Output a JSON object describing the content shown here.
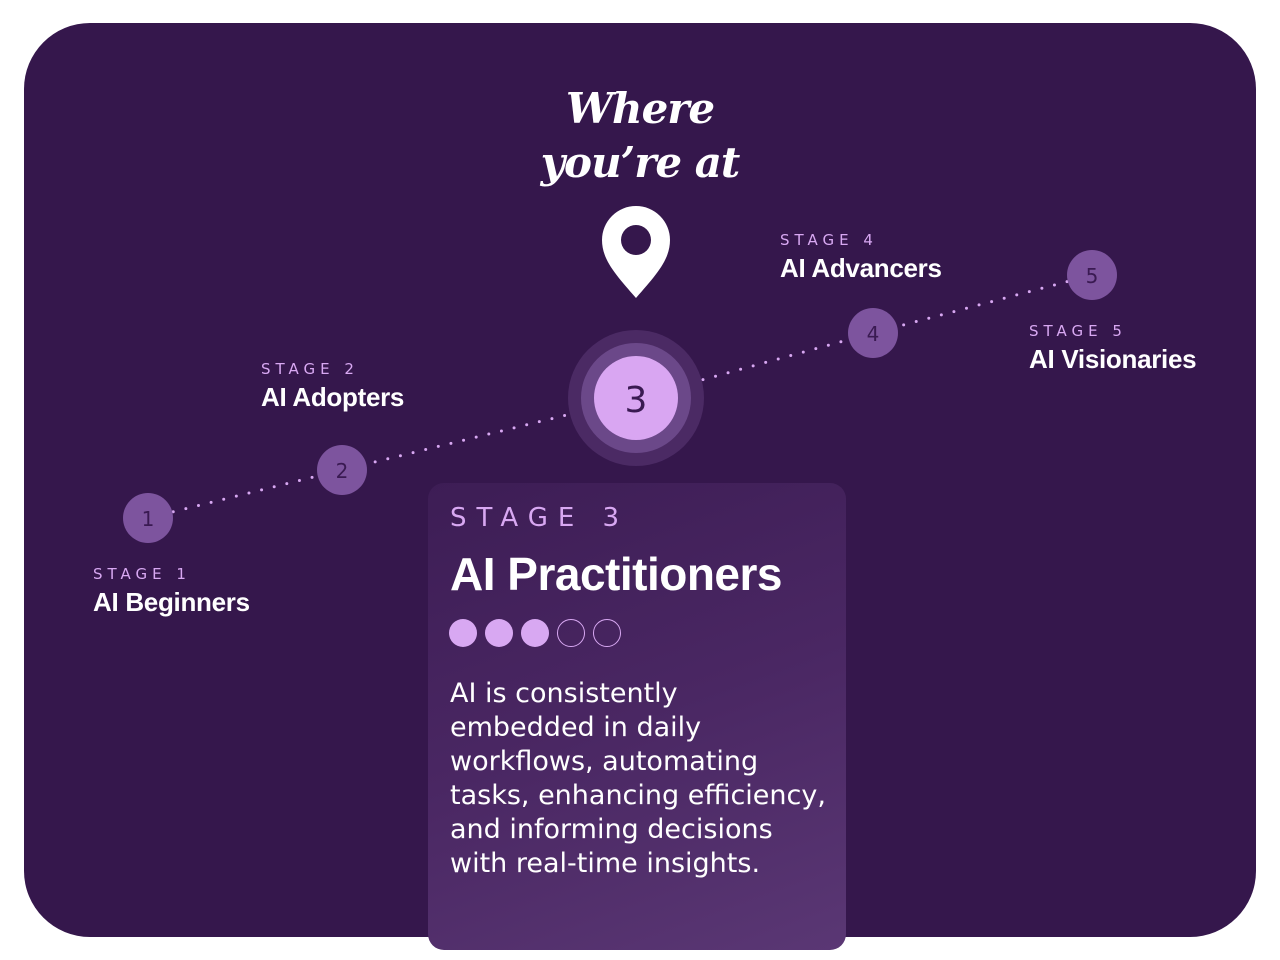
{
  "title_line1": "Where",
  "title_line2": "you’re at",
  "colors": {
    "panel": "#35174c",
    "accent": "#d8a8f2",
    "node": "#7d549e",
    "node_text": "#3a1a52"
  },
  "stages": [
    {
      "number": "1",
      "stage_label": "STAGE 1",
      "name": "AI Beginners"
    },
    {
      "number": "2",
      "stage_label": "STAGE 2",
      "name": "AI Adopters"
    },
    {
      "number": "3",
      "stage_label": "STAGE 3",
      "name": "AI Practitioners"
    },
    {
      "number": "4",
      "stage_label": "STAGE 4",
      "name": "AI Advancers"
    },
    {
      "number": "5",
      "stage_label": "STAGE 5",
      "name": "AI Visionaries"
    }
  ],
  "current": {
    "stage_label": "STAGE 3",
    "name": "AI Practitioners",
    "level": 3,
    "level_max": 5,
    "description": "AI is consistently embedded in daily workflows, automating tasks, enhancing efficiency, and informing decisions with real-time insights."
  }
}
